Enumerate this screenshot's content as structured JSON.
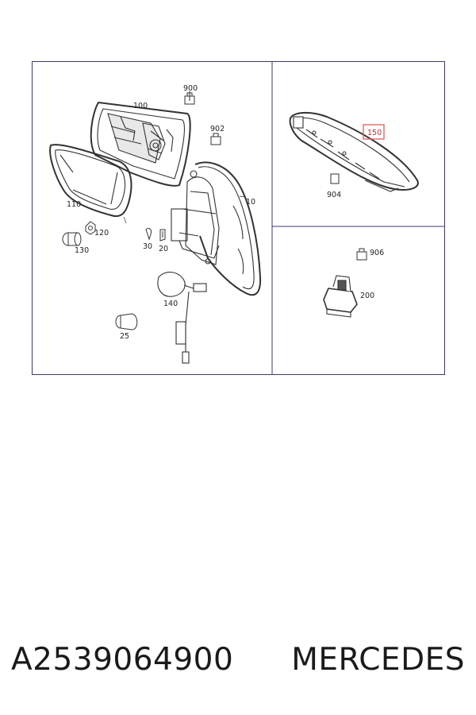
{
  "diagram": {
    "callouts": {
      "c900": "900",
      "c100": "100",
      "c902": "902",
      "c110": "110",
      "c10": "10",
      "c120": "120",
      "c130": "130",
      "c30": "30",
      "c20": "20",
      "c140": "140",
      "c25": "25",
      "c150": "150",
      "c904": "904",
      "c906": "906",
      "c200": "200"
    },
    "highlight_color": "#e05a5a",
    "frame_color": "#3a3a6e"
  },
  "footer": {
    "part_number": "A2539064900",
    "brand": "MERCEDES"
  }
}
